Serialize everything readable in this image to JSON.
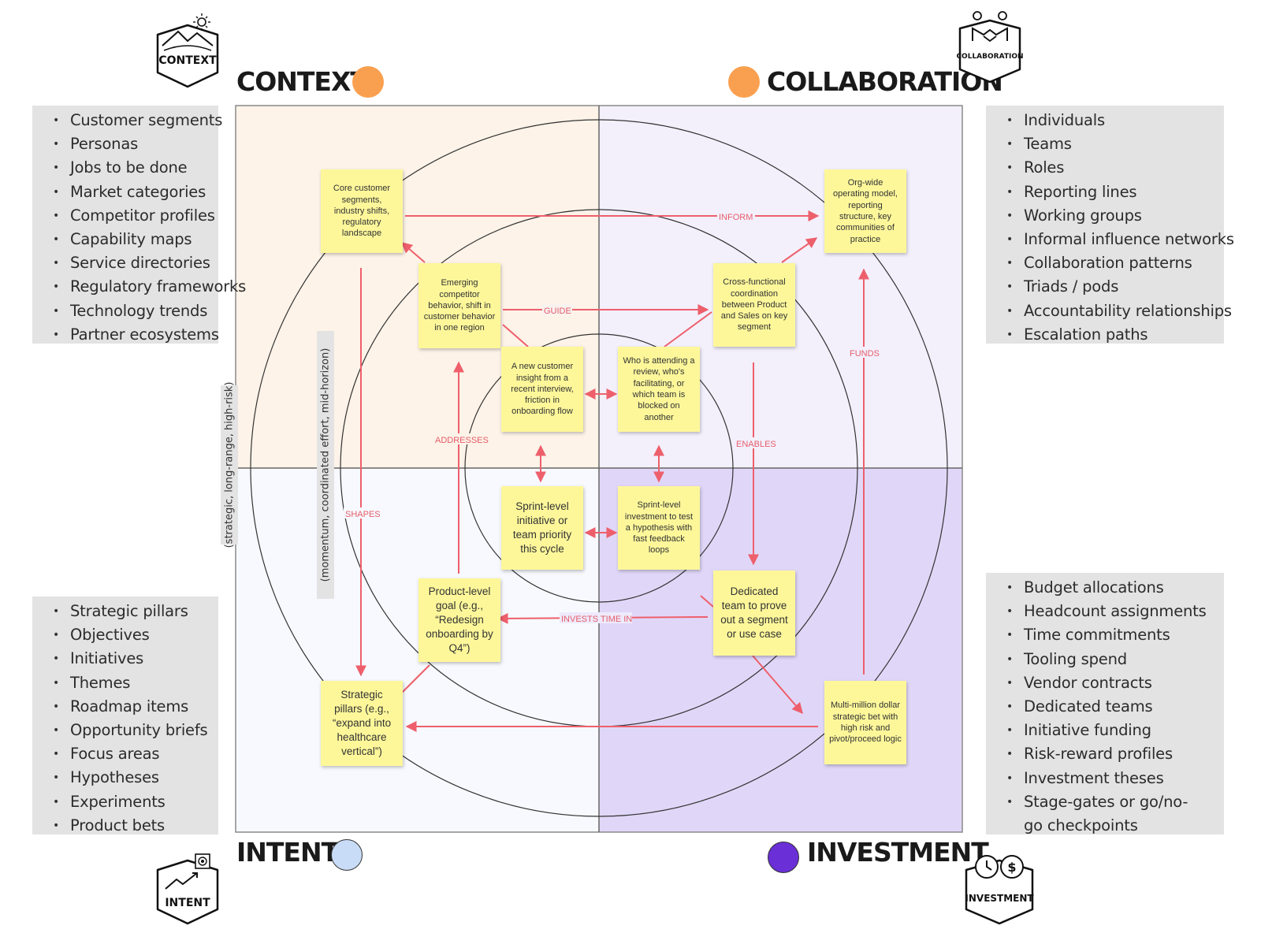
{
  "quadrants": {
    "context": {
      "title": "CONTEXT",
      "badge": "CONTEXT",
      "color": "#f9a050"
    },
    "collaboration": {
      "title": "COLLABORATION",
      "badge": "COLLABORATION",
      "color": "#f9a050"
    },
    "intent": {
      "title": "INTENT",
      "badge": "INTENT",
      "color": "#c8dcf7"
    },
    "investment": {
      "title": "INVESTMENT",
      "badge": "INVESTMENT",
      "color": "#6a2fd6"
    }
  },
  "lists": {
    "context": [
      "Customer segments",
      "Personas",
      "Jobs to be done",
      "Market categories",
      "Competitor profiles",
      "Capability maps",
      "Service directories",
      "Regulatory frameworks",
      "Technology trends",
      "Partner ecosystems"
    ],
    "collaboration": [
      "Individuals",
      "Teams",
      "Roles",
      "Reporting lines",
      "Working groups",
      "Informal influence networks",
      "Collaboration patterns",
      "Triads / pods",
      "Accountability relationships",
      "Escalation paths"
    ],
    "intent": [
      "Strategic pillars",
      "Objectives",
      "Initiatives",
      "Themes",
      "Roadmap items",
      "Opportunity briefs",
      "Focus areas",
      "Hypotheses",
      "Experiments",
      "Product bets"
    ],
    "investment": [
      "Budget allocations",
      "Headcount assignments",
      "Time commitments",
      "Tooling spend",
      "Vendor contracts",
      "Dedicated teams",
      "Initiative funding",
      "Risk-reward profiles",
      "Investment theses",
      "Stage-gates or go/no-go checkpoints"
    ]
  },
  "ring_labels": {
    "outer": "(strategic, long-range, high-risk)",
    "middle": "(momentum, coordinated effort, mid-horizon)"
  },
  "notes": {
    "n1": "Core customer segments, industry shifts, regulatory landscape",
    "n2": "Org-wide operating model, reporting structure, key communities of practice",
    "n3": "Emerging competitor behavior, shift in customer behavior in one region",
    "n4": "Cross-functional coordination between Product and Sales on key segment",
    "n5": "A new customer insight from a recent interview, friction in onboarding flow",
    "n6": "Who is attending a review, who's facilitating, or which team is blocked on another",
    "n7": "Sprint-level initiative or team priority this cycle",
    "n8": "Sprint-level investment to test a hypothesis with fast feedback loops",
    "n9": "Product-level goal (e.g., “Redesign onboarding by Q4”)",
    "n10": "Dedicated team  to prove out a segment or use case",
    "n11": "Strategic pillars (e.g., “expand into healthcare vertical”)",
    "n12": "Multi-million dollar strategic bet with high risk and pivot/proceed logic"
  },
  "edges": {
    "inform": "INFORM",
    "guide": "GUIDE",
    "funds": "FUNDS",
    "addresses": "ADDRESSES",
    "enables": "ENABLES",
    "shapes": "SHAPES",
    "invests_time_in": "INVESTS TIME IN"
  },
  "colors": {
    "context_bg": "#fdf3e8",
    "collaboration_bg": "#f3f0fc",
    "intent_bg": "#f7f9fe",
    "investment_bg": "#e0d7f8",
    "arrow": "#ee5f6c",
    "note": "#fdf79a",
    "panel": "#e3e3e3"
  },
  "icons": {
    "context": "mountain-sun-icon",
    "collaboration": "people-handshake-icon",
    "intent": "growth-chart-target-icon",
    "investment": "clock-dollar-icon"
  }
}
